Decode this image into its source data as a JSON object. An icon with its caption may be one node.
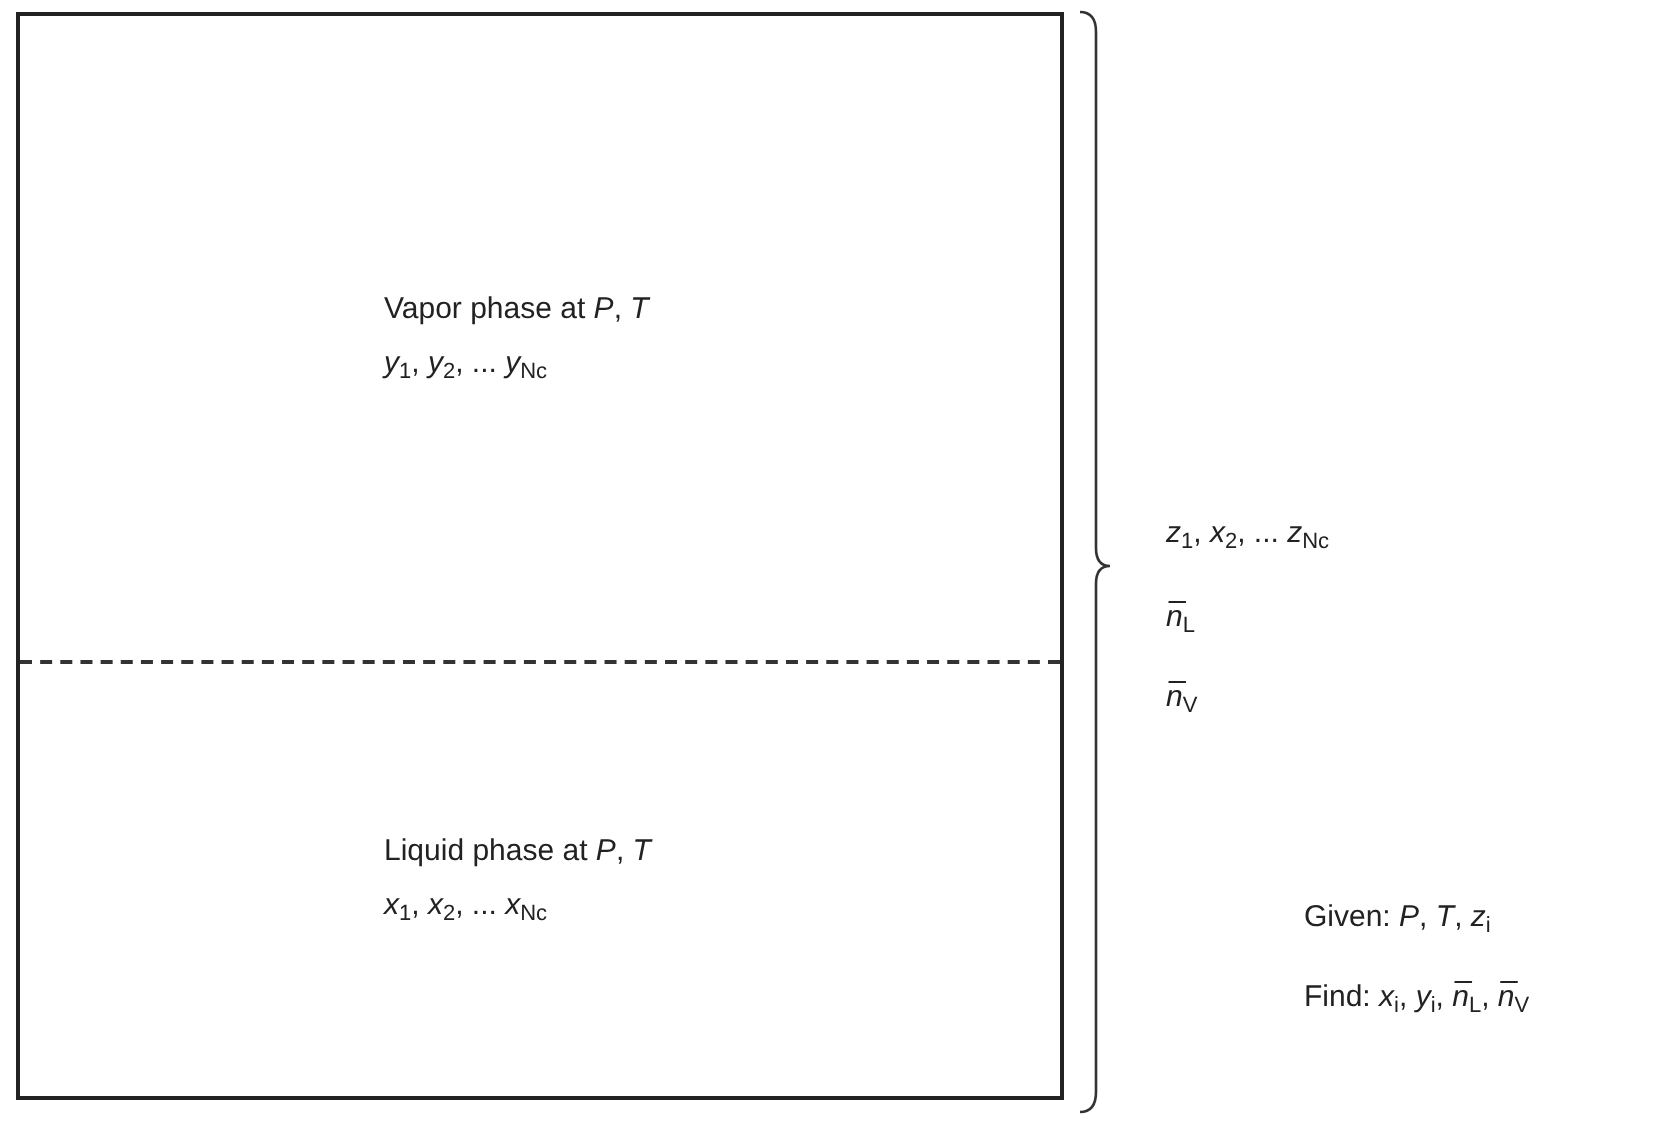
{
  "diagram": {
    "nodes": [
      {
        "text": [],
        "shape": "box"
      },
      {
        "text": [
          "Vapor phase at *P*, *T*",
          "*y*$_{1}$, *y*$_{2}$, ... *y*$_{Nc}$"
        ],
        "in": 0
      },
      {
        "text": [
          "Liquid phase at *P*, *T*",
          "*x*$_{1}$, *x*$_{2}$, ... *x*$_{Nc}$"
        ],
        "in": 0
      }
    ],
    "edges": [],
    "labels": [
      "*z*$_{1}$, *x*$_{2}$, ... *z*$_{Nc}$",
      "*n̅*$_{L}$",
      "*n̅*$_{V}$",
      "Given: *P*, *T*, *z*$_{i}$",
      "Find: *x*$_{i}$, *y*$_{i}$, *n̅*$_{L}$, *n̅*$_{V}$"
    ]
  }
}
